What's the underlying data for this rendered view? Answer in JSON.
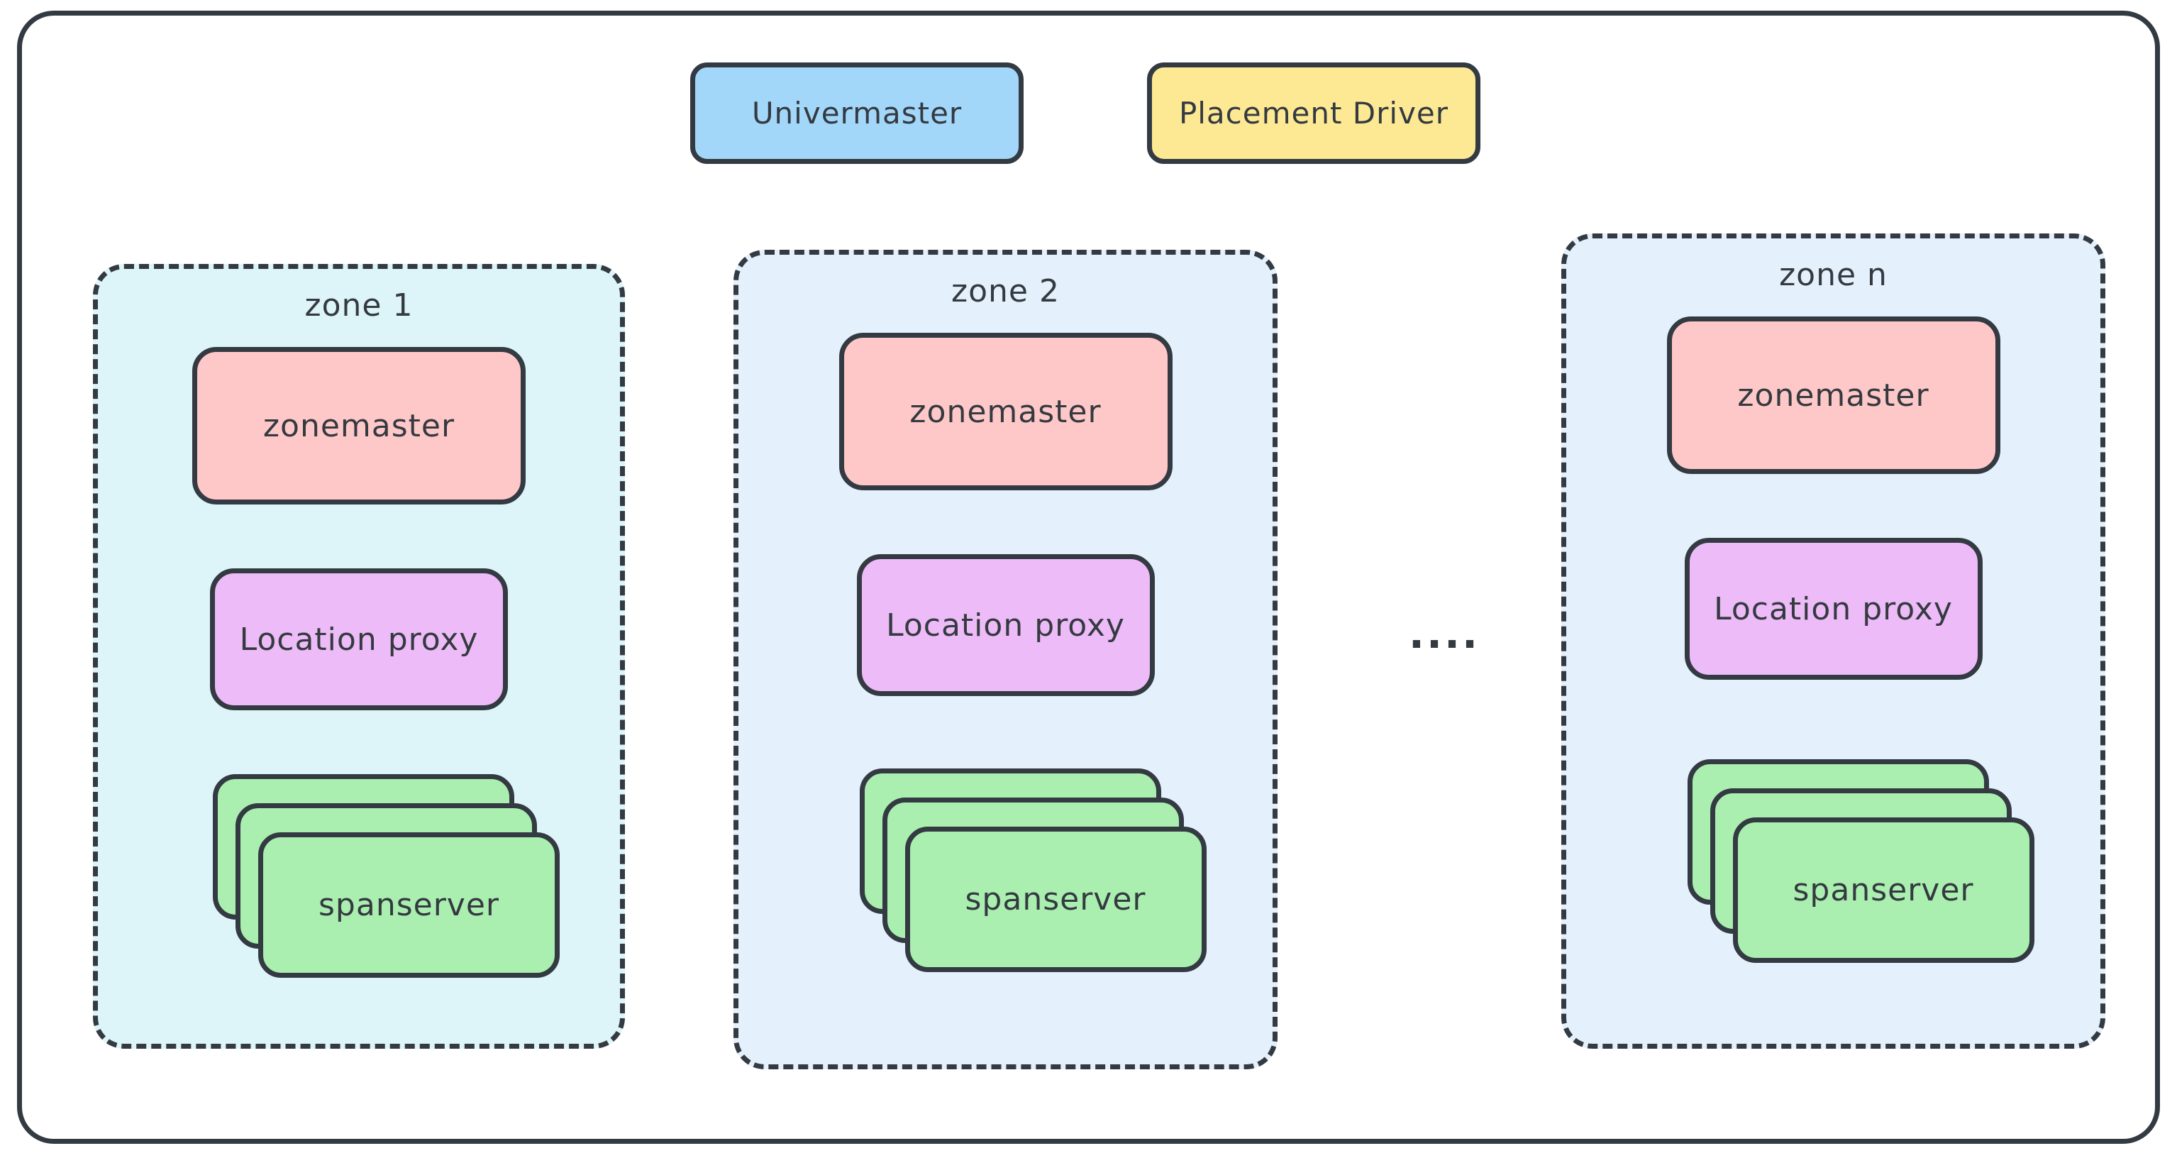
{
  "diagram": {
    "stroke_color": "#333a42",
    "text_color": "#343a40",
    "top_row": [
      {
        "id": "univermaster",
        "label": "Univermaster",
        "fill": "#a3d7fa"
      },
      {
        "id": "placement_driver",
        "label": "Placement Driver",
        "fill": "#fde993"
      }
    ],
    "ellipsis": "....",
    "zones": [
      {
        "id": "zone_1",
        "label": "zone 1",
        "fill": "#ddf5f8",
        "zonemaster": {
          "label": "zonemaster",
          "fill": "#ffc8c8"
        },
        "location_proxy": {
          "label": "Location proxy",
          "fill": "#edbbf7"
        },
        "spanserver": {
          "label": "spanserver",
          "fill": "#aaefb0",
          "stack_count": 3
        }
      },
      {
        "id": "zone_2",
        "label": "zone 2",
        "fill": "#e4f0fb",
        "zonemaster": {
          "label": "zonemaster",
          "fill": "#ffc8c8"
        },
        "location_proxy": {
          "label": "Location proxy",
          "fill": "#edbbf7"
        },
        "spanserver": {
          "label": "spanserver",
          "fill": "#aaefb0",
          "stack_count": 3
        }
      },
      {
        "id": "zone_n",
        "label": "zone n",
        "fill": "#e4f0fb",
        "zonemaster": {
          "label": "zonemaster",
          "fill": "#ffc8c8"
        },
        "location_proxy": {
          "label": "Location proxy",
          "fill": "#edbbf7"
        },
        "spanserver": {
          "label": "spanserver",
          "fill": "#aaefb0",
          "stack_count": 3
        }
      }
    ]
  }
}
